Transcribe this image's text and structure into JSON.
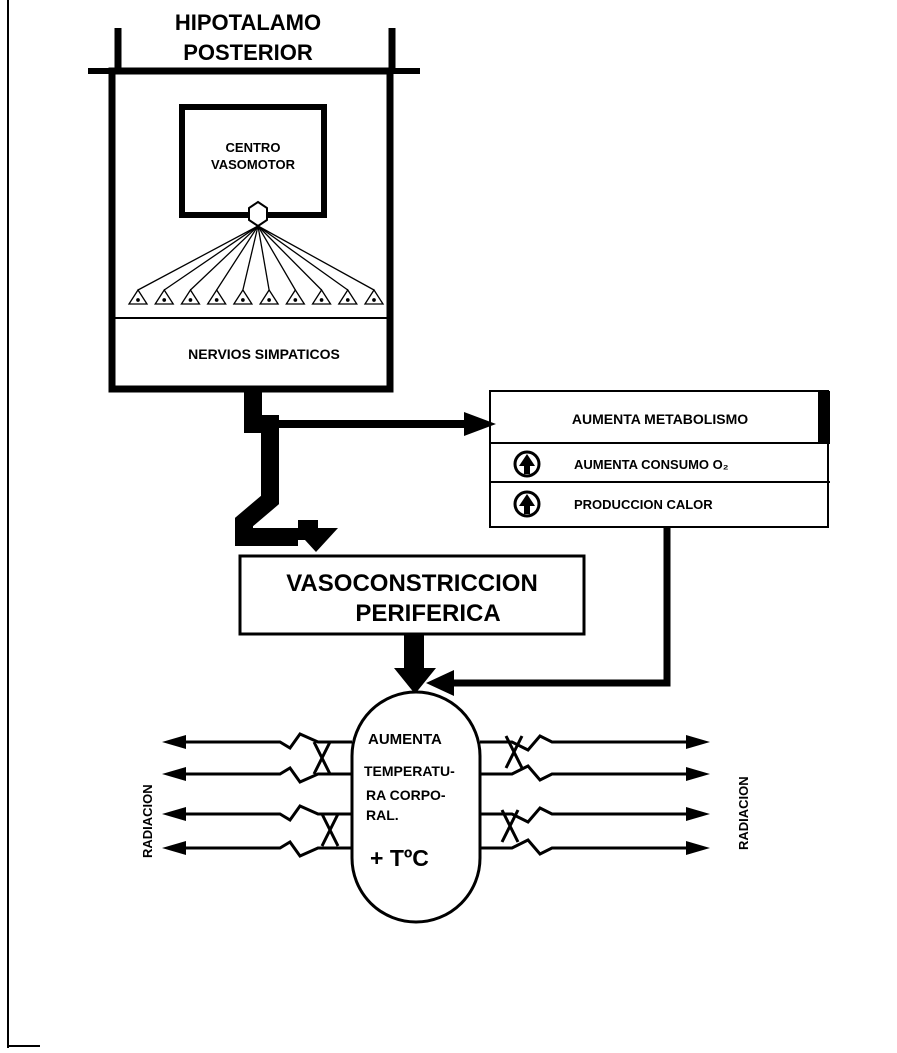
{
  "hypothalamus": {
    "title_line1": "HIPOTALAMO",
    "title_line2": "POSTERIOR"
  },
  "vasomotor_center": {
    "line1": "CENTRO",
    "line2": "VASOMOTOR"
  },
  "sympathetic_nerves": {
    "label": "NERVIOS SIMPATICOS"
  },
  "metabolism": {
    "header": "AUMENTA   METABOLISMO",
    "rows": [
      {
        "icon": "up-arrow-circle-icon",
        "label": "AUMENTA CONSUMO  O₂"
      },
      {
        "icon": "up-arrow-circle-icon",
        "label": "PRODUCCION  CALOR"
      }
    ]
  },
  "vasoconstriction": {
    "line1": "VASOCONSTRICCION",
    "line2": "PERIFERICA"
  },
  "body_temperature": {
    "line1": "AUMENTA",
    "line2": "TEMPERATU-",
    "line3": "RA CORPO-",
    "line4": "RAL.",
    "line5": "+ TºC"
  },
  "radiation": {
    "left_label": "RADIACION",
    "right_label": "RADIACION"
  }
}
